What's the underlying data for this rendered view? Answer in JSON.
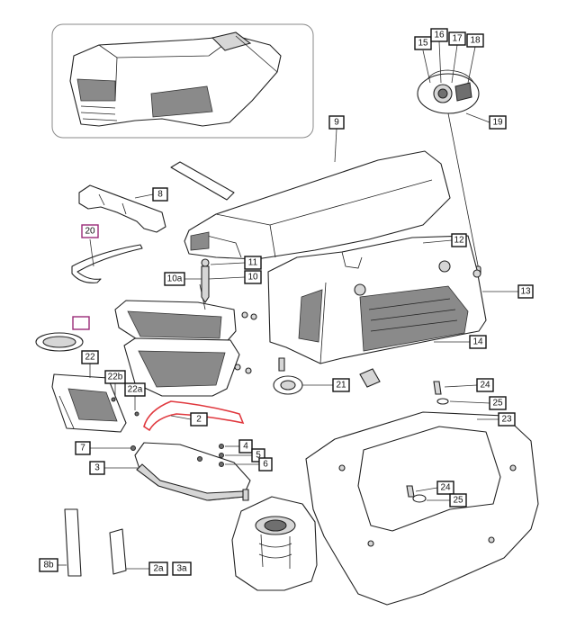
{
  "callouts": [
    {
      "id": "c1",
      "label": "9",
      "tone": "black"
    },
    {
      "id": "c2",
      "label": "8",
      "tone": "black"
    },
    {
      "id": "c3",
      "label": "20",
      "tone": "magenta"
    },
    {
      "id": "c4",
      "label": "12",
      "tone": "black"
    },
    {
      "id": "c5",
      "label": "11",
      "tone": "black"
    },
    {
      "id": "c6",
      "label": "10",
      "tone": "black"
    },
    {
      "id": "c7",
      "label": "10a",
      "tone": "black"
    },
    {
      "id": "c8",
      "label": "13",
      "tone": "black"
    },
    {
      "id": "c9",
      "label": "14",
      "tone": "black"
    },
    {
      "id": "c10",
      "label": "",
      "tone": "magenta"
    },
    {
      "id": "c11",
      "label": "22",
      "tone": "black"
    },
    {
      "id": "c12",
      "label": "22b",
      "tone": "black"
    },
    {
      "id": "c13",
      "label": "22a",
      "tone": "black"
    },
    {
      "id": "c14",
      "label": "21",
      "tone": "black"
    },
    {
      "id": "c15",
      "label": "2",
      "tone": "black"
    },
    {
      "id": "c16",
      "label": "24",
      "tone": "black"
    },
    {
      "id": "c17",
      "label": "25",
      "tone": "black"
    },
    {
      "id": "c18",
      "label": "23",
      "tone": "black"
    },
    {
      "id": "c19",
      "label": "7",
      "tone": "black"
    },
    {
      "id": "c20",
      "label": "4",
      "tone": "black"
    },
    {
      "id": "c21",
      "label": "5",
      "tone": "black"
    },
    {
      "id": "c22",
      "label": "6",
      "tone": "black"
    },
    {
      "id": "c23",
      "label": "3",
      "tone": "black"
    },
    {
      "id": "c24",
      "label": "24",
      "tone": "black"
    },
    {
      "id": "c25",
      "label": "25",
      "tone": "black"
    },
    {
      "id": "c26",
      "label": "8b",
      "tone": "black"
    },
    {
      "id": "c27",
      "label": "2a",
      "tone": "black"
    },
    {
      "id": "c28",
      "label": "3a",
      "tone": "black"
    },
    {
      "id": "c29",
      "label": "15",
      "tone": "black"
    },
    {
      "id": "c30",
      "label": "16",
      "tone": "black"
    },
    {
      "id": "c31",
      "label": "17",
      "tone": "black"
    },
    {
      "id": "c32",
      "label": "18",
      "tone": "black"
    },
    {
      "id": "c33",
      "label": "19",
      "tone": "black"
    }
  ],
  "colors": {
    "box_border": "#111111",
    "highlight_border": "#9a2a78",
    "highlight_part": "#e0383e",
    "mesh_fill": "#8a8a8a"
  }
}
